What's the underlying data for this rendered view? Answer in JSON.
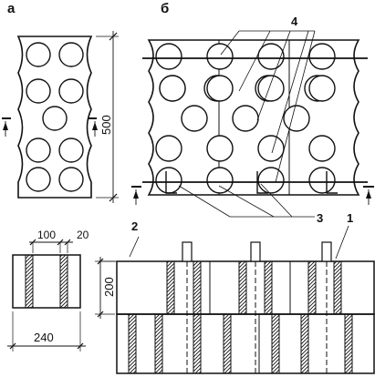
{
  "panels": {
    "a": "а",
    "b": "б"
  },
  "callouts": [
    "1",
    "2",
    "3",
    "4"
  ],
  "dimensions": {
    "height": "500",
    "core_width": "100",
    "gap": "20",
    "block_width": "240",
    "block_height": "200"
  },
  "colors": {
    "ink": "#111111",
    "background": "#ffffff"
  }
}
